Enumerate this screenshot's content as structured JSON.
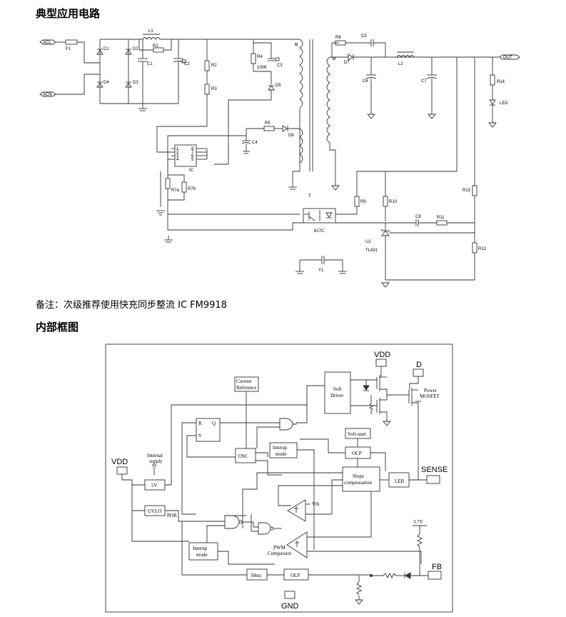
{
  "headings": {
    "app_circuit": "典型应用电路",
    "note": "备注：次级推荐使用快充同步整流 IC FM9918",
    "block_diagram": "内部框图"
  },
  "schematic": {
    "labels": {
      "acl_top": "ACL",
      "acl_bottom": "ACN",
      "f1": "F1",
      "d1": "D1",
      "d2": "D2",
      "d3": "D3",
      "d4": "D4",
      "l1": "L1",
      "r1": "R1",
      "c1": "C1",
      "c2": "C2",
      "r2": "R2",
      "r3": "R3",
      "r4": "R4",
      "r4_val": "100K",
      "c3": "C3",
      "d5": "D5",
      "r5": "R5",
      "d6": "D6",
      "c4": "C4",
      "ic": "IC",
      "r7a": "R7a",
      "r7b": "R7b",
      "t": "T",
      "r8": "R8",
      "c5": "C5",
      "d7": "D7",
      "c6": "C6",
      "l2": "L2",
      "c7": "C7",
      "out": "OUT",
      "r14": "R14",
      "led": "LED",
      "r13": "R13",
      "r9": "R9",
      "r10": "R10",
      "c8": "C8",
      "r11": "R11",
      "opto": "817C",
      "u2": "U2",
      "tl431": "TL431",
      "r12": "R12",
      "y1": "Y1",
      "pin1": "1",
      "pin2": "2",
      "pin3": "3",
      "pin4": "4",
      "pin5": "5",
      "pin6": "6",
      "pin7": "7",
      "pin8": "8"
    }
  },
  "block": {
    "pins": {
      "vdd_top": "VDD",
      "d": "D",
      "vdd_left": "VDD",
      "sense": "SENSE",
      "fb": "FB",
      "gnd": "GND"
    },
    "blocks": {
      "current_ref_1": "Current",
      "current_ref_2": "Reference",
      "soft_driver_1": "Soft",
      "soft_driver_2": "Driver",
      "power_mosfet_1": "Power",
      "power_mosfet_2": "MOSFET",
      "latch_r": "R",
      "latch_s": "S",
      "latch_q": "Q",
      "internal_1": "Internal",
      "internal_2": "supply",
      "reg_5v": "5V",
      "osc": "OSC",
      "interrup_1": "Interup",
      "interrup_2": "mode",
      "soft_start": "Soft-start",
      "ocp": "OCP",
      "slope_1": "Slope",
      "slope_2": "compensation",
      "leb": "LEB",
      "uvlo": "UVLO",
      "por": "POR",
      "vth": "Vth",
      "pwm_1": "PWM",
      "pwm_2": "Comparator",
      "v37": "3.7V",
      "interrup2_1": "Interup",
      "interrup2_2": "mode",
      "t30ms": "30ms",
      "olp": "OLP"
    }
  }
}
